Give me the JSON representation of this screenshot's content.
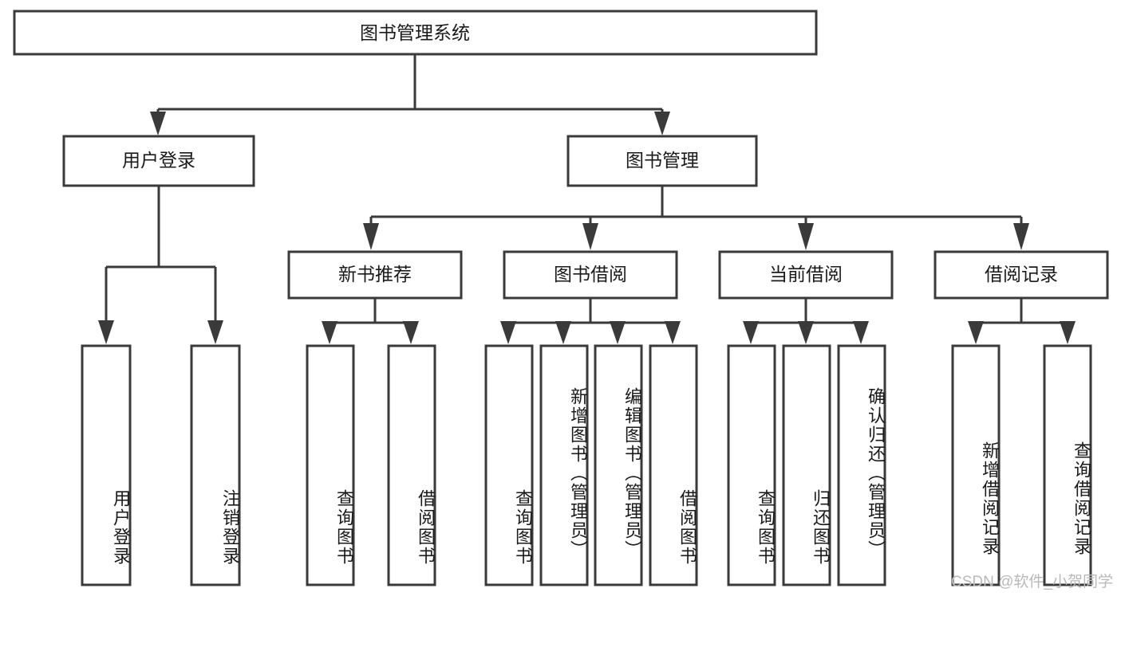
{
  "diagram": {
    "title": "图书管理系统",
    "type": "hierarchy-tree",
    "root": {
      "id": "root",
      "label": "图书管理系统",
      "orientation": "horizontal"
    },
    "level2": [
      {
        "id": "user-login",
        "label": "用户登录",
        "orientation": "horizontal"
      },
      {
        "id": "book-manage",
        "label": "图书管理",
        "orientation": "horizontal"
      }
    ],
    "level3": [
      {
        "id": "new-book-recommend",
        "label": "新书推荐",
        "orientation": "horizontal",
        "parent": "book-manage"
      },
      {
        "id": "book-borrow",
        "label": "图书借阅",
        "orientation": "horizontal",
        "parent": "book-manage"
      },
      {
        "id": "current-borrow",
        "label": "当前借阅",
        "orientation": "horizontal",
        "parent": "book-manage"
      },
      {
        "id": "borrow-record",
        "label": "借阅记录",
        "orientation": "horizontal",
        "parent": "book-manage"
      }
    ],
    "leaves": [
      {
        "id": "leaf-user-login",
        "label": "用户登录",
        "orientation": "vertical",
        "parent": "user-login"
      },
      {
        "id": "leaf-logout-login",
        "label": "注销登录",
        "orientation": "vertical",
        "parent": "user-login"
      },
      {
        "id": "leaf-query-book-1",
        "label": "查询图书",
        "orientation": "vertical",
        "parent": "new-book-recommend"
      },
      {
        "id": "leaf-borrow-book-1",
        "label": "借阅图书",
        "orientation": "vertical",
        "parent": "new-book-recommend"
      },
      {
        "id": "leaf-query-book-2",
        "label": "查询图书",
        "orientation": "vertical",
        "parent": "book-borrow"
      },
      {
        "id": "leaf-add-book",
        "label": "新增图书（管理员）",
        "orientation": "vertical",
        "parent": "book-borrow"
      },
      {
        "id": "leaf-edit-book",
        "label": "编辑图书（管理员）",
        "orientation": "vertical",
        "parent": "book-borrow"
      },
      {
        "id": "leaf-borrow-book-2",
        "label": "借阅图书",
        "orientation": "vertical",
        "parent": "book-borrow"
      },
      {
        "id": "leaf-query-book-3",
        "label": "查询图书",
        "orientation": "vertical",
        "parent": "current-borrow"
      },
      {
        "id": "leaf-return-book",
        "label": "归还图书",
        "orientation": "vertical",
        "parent": "current-borrow"
      },
      {
        "id": "leaf-confirm-return",
        "label": "确认归还（管理员）",
        "orientation": "vertical",
        "parent": "current-borrow"
      },
      {
        "id": "leaf-add-record",
        "label": "新增借阅记录",
        "orientation": "vertical",
        "parent": "borrow-record"
      },
      {
        "id": "leaf-query-record",
        "label": "查询借阅记录",
        "orientation": "vertical",
        "parent": "borrow-record"
      }
    ],
    "watermark": "CSDN @软件_小贺同学",
    "colors": {
      "stroke": "#3a3a3a",
      "box_fill": "#ffffff",
      "text": "#1a1a1a",
      "background": "#ffffff",
      "watermark": "#b9b9b9"
    }
  }
}
